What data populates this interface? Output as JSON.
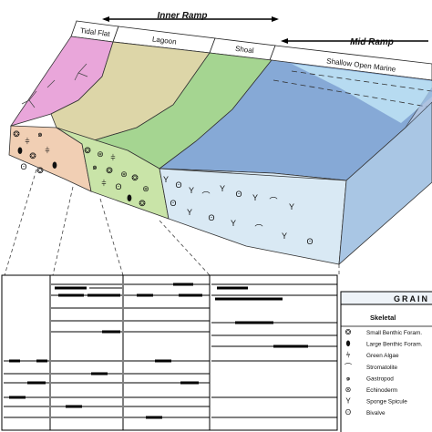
{
  "header": {
    "inner_ramp": "Inner Ramp",
    "mid_ramp": "Mid Ramp"
  },
  "environments": {
    "tidal_flat": "Tidal Flat",
    "lagoon": "Lagoon",
    "shoal": "Shoal",
    "shallow_open_marine": "Shallow Open Marine"
  },
  "legend": {
    "title": "GRAIN",
    "section": "Skeletal",
    "items": [
      {
        "label": "Small Benthic Foram.",
        "icon": "small-foram-icon"
      },
      {
        "label": "Large Benthic Foram.",
        "icon": "large-foram-icon"
      },
      {
        "label": "Green Algae",
        "icon": "green-algae-icon"
      },
      {
        "label": "Stromatolite",
        "icon": "stromatolite-icon"
      },
      {
        "label": "Gastropod",
        "icon": "gastropod-icon"
      },
      {
        "label": "Echinoderm",
        "icon": "echinoderm-icon"
      },
      {
        "label": "Sponge Spicule",
        "icon": "sponge-spicule-icon"
      },
      {
        "label": "Bivalve",
        "icon": "bivalve-icon"
      }
    ]
  },
  "colors": {
    "tidal_flat": "#e9a6da",
    "lagoon": "#ddd6a8",
    "shoal": "#a5d591",
    "open_marine": "#86a9d6",
    "front_tidal": "#f1cfb4",
    "front_shoal": "#c9e4a8",
    "front_marine": "#d9e9f4",
    "water": "#bfe4f6"
  }
}
